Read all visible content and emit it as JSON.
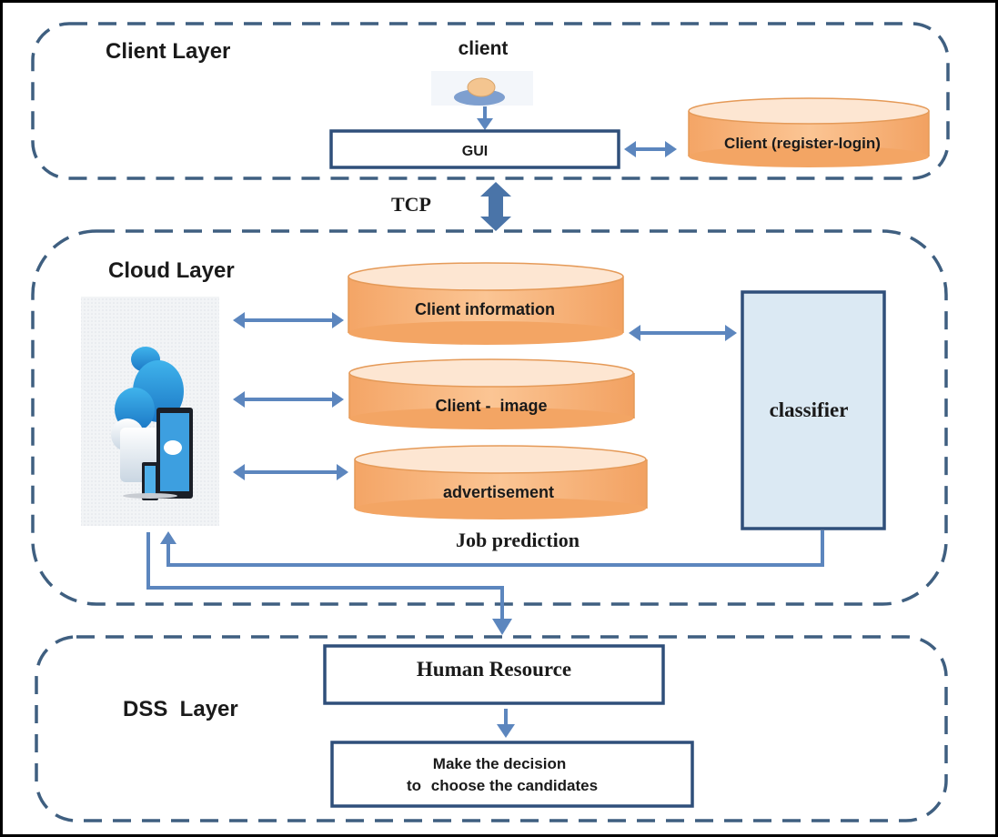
{
  "colors": {
    "frame": "#000000",
    "layer_border": "#3f5f80",
    "box_border": "#3c5a86",
    "arrow": "#5c86be",
    "cylinder_fill": "#f7b47c",
    "cylinder_top": "#fde6d2",
    "cylinder_stroke": "#e59a58",
    "classifier_fill": "#dbe9f3",
    "person_fill": "#f4c590",
    "person_body": "#7e9fcf"
  },
  "layers": {
    "client": {
      "title": "Client Layer"
    },
    "cloud": {
      "title": "Cloud Layer"
    },
    "dss": {
      "title": "DSS  Layer"
    }
  },
  "client": {
    "actor_label": "client",
    "actor_icon": "person-icon",
    "gui_label": "GUI",
    "db_label": "Client (register-login)"
  },
  "connection": {
    "label": "TCP"
  },
  "cloud": {
    "image_icon": "cloud-devices-icon",
    "db_client_info": "Client information",
    "db_client_image": "Client -  image",
    "db_advertisement": "advertisement",
    "classifier_label": "classifier",
    "job_prediction_label": "Job prediction"
  },
  "dss": {
    "human_resource_label": "Human Resource",
    "decision_line1": "Make the decision",
    "decision_line2": "to",
    "decision_line3": "choose the candidates"
  }
}
